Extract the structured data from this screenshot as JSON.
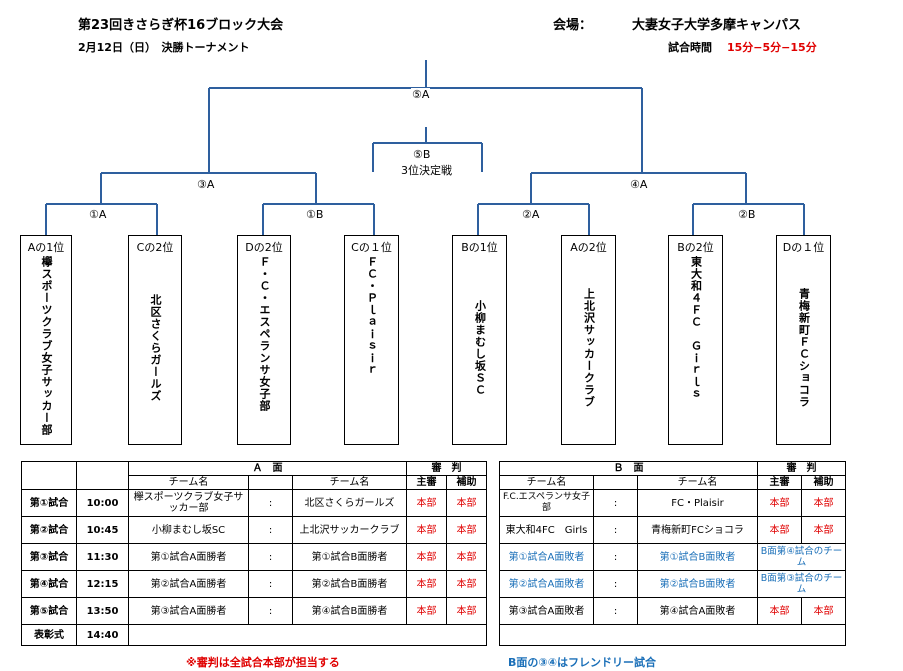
{
  "header": {
    "title": "第23回きさらぎ杯16ブロック大会",
    "date_line": "2月12日（日）　決勝トーナメント",
    "venue_label": "会場：",
    "venue": "大妻女子大学多摩キャンパス",
    "time_label": "試合時間",
    "time_value": "15分−5分−15分"
  },
  "bracket": {
    "final_label": "⑤A",
    "third_label": "⑤B",
    "third_sub": "3位決定戦",
    "semi_left": "③A",
    "semi_right": "④A",
    "qf": [
      "①A",
      "①B",
      "②A",
      "②B"
    ],
    "teams": [
      {
        "seed": "Aの1位",
        "name": "欅スポーツクラブ女子サッカー部"
      },
      {
        "seed": "Cの2位",
        "name": "北区さくらガールズ"
      },
      {
        "seed": "Dの2位",
        "name": "Ｆ・Ｃ・エスペランサ女子部"
      },
      {
        "seed": "Cの１位",
        "name": "ＦＣ・Ｐｌａｉｓｉｒ"
      },
      {
        "seed": "Bの1位",
        "name": "小柳まむし坂ＳＣ"
      },
      {
        "seed": "Aの2位",
        "name": "上北沢サッカークラブ"
      },
      {
        "seed": "Bの2位",
        "name": "東大和４ＦＣ　Ｇｉｒｌｓ"
      },
      {
        "seed": "Dの１位",
        "name": "青梅新町ＦＣショコラ"
      }
    ]
  },
  "schedule": {
    "a_court": "Ａ　面",
    "b_court": "Ｂ　面",
    "referee": "審　判",
    "team_col": "チーム名",
    "main_ref": "主審",
    "assist_ref": "補助",
    "colon": ":",
    "rows": [
      {
        "match": "第①試合",
        "time": "10:00",
        "a1": "欅スポーツクラブ女子サッカー部",
        "a2": "北区さくらガールズ",
        "ar1": "本部",
        "ar2": "本部",
        "b1": "F.C.エスペランサ女子部",
        "b2": "FC・Plaisir",
        "br1": "本部",
        "br2": "本部"
      },
      {
        "match": "第②試合",
        "time": "10:45",
        "a1": "小柳まむし坂SC",
        "a2": "上北沢サッカークラブ",
        "ar1": "本部",
        "ar2": "本部",
        "b1": "東大和4FC　Girls",
        "b2": "青梅新町FCショコラ",
        "br1": "本部",
        "br2": "本部"
      },
      {
        "match": "第③試合",
        "time": "11:30",
        "a1": "第①試合A面勝者",
        "a2": "第①試合B面勝者",
        "ar1": "本部",
        "ar2": "本部",
        "b1": "第①試合A面敗者",
        "b2": "第①試合B面敗者",
        "bref": "B面第④試合のチーム"
      },
      {
        "match": "第④試合",
        "time": "12:15",
        "a1": "第②試合A面勝者",
        "a2": "第②試合B面勝者",
        "ar1": "本部",
        "ar2": "本部",
        "b1": "第②試合A面敗者",
        "b2": "第②試合B面敗者",
        "bref": "B面第③試合のチーム"
      },
      {
        "match": "第⑤試合",
        "time": "13:50",
        "a1": "第③試合A面勝者",
        "a2": "第④試合B面勝者",
        "ar1": "本部",
        "ar2": "本部",
        "b1": "第③試合A面敗者",
        "b2": "第④試合A面敗者",
        "br1": "本部",
        "br2": "本部"
      }
    ],
    "ceremony_label": "表彰式",
    "ceremony_time": "14:40"
  },
  "footer": {
    "note_left": "※審判は全試合本部が担当する",
    "note_right": "B面の③④はフレンドリー試合"
  },
  "colors": {
    "red": "#e00000",
    "blue": "#1a6fb8"
  }
}
